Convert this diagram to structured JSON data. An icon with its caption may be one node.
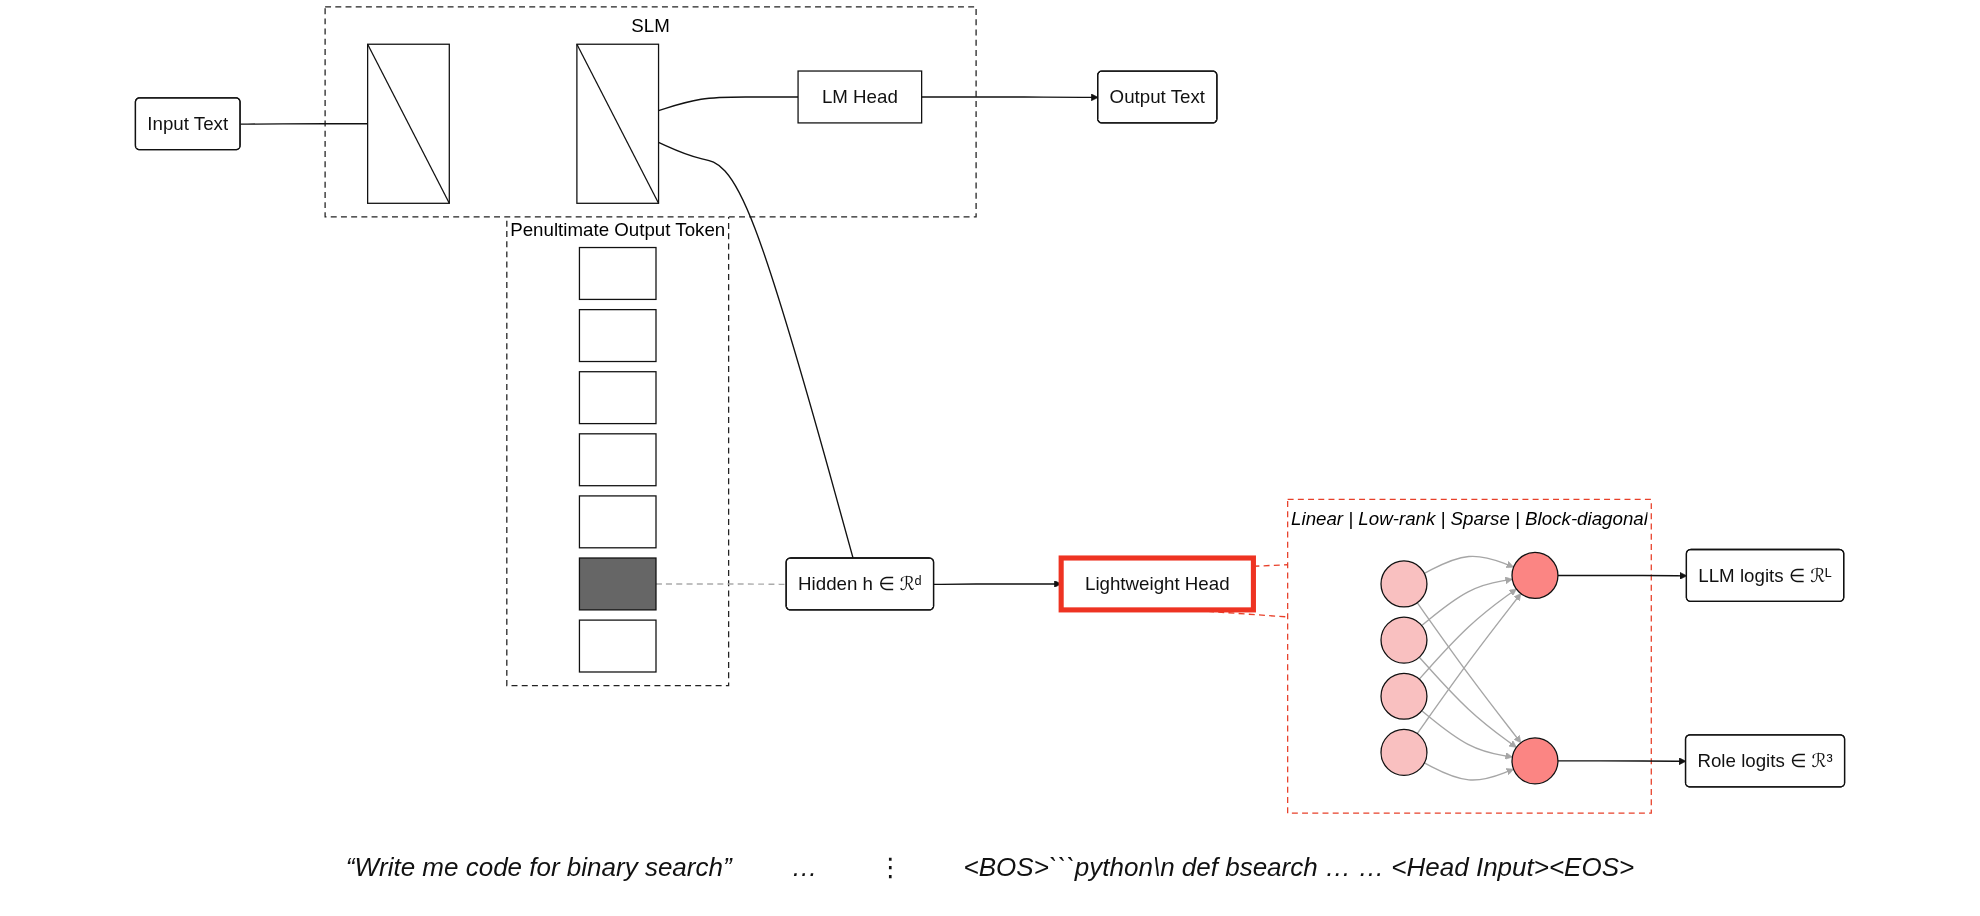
{
  "diagram": {
    "nodes": [
      {
        "text": [
          "SLM"
        ]
      },
      {
        "text": [
          "Input Text"
        ]
      },
      {
        "text": [],
        "shape": "box",
        "in": 0
      },
      {
        "text": [],
        "shape": "box",
        "in": 0
      },
      {
        "text": [
          "LM Head"
        ],
        "in": 0
      },
      {
        "text": [
          "Output Text"
        ]
      },
      {
        "text": [
          "Penultimate Output Token"
        ]
      },
      {
        "text": [],
        "shape": "box",
        "in": 6
      },
      {
        "text": [],
        "shape": "box",
        "in": 6
      },
      {
        "text": [],
        "shape": "box",
        "in": 6
      },
      {
        "text": [],
        "shape": "box",
        "in": 6
      },
      {
        "text": [],
        "shape": "box",
        "in": 6
      },
      {
        "text": [],
        "shape": "box",
        "in": 6
      },
      {
        "text": [],
        "shape": "box",
        "in": 6
      },
      {
        "text": [
          "Hidden h ∈ ℛᵈ"
        ]
      },
      {
        "text": [
          "Lightweight Head"
        ]
      },
      {
        "text": [
          "Linear | Low-rank | Sparse | Block-diagonal"
        ]
      },
      {
        "text": [],
        "shape": "circle",
        "in": 16
      },
      {
        "text": [],
        "shape": "circle",
        "in": 16
      },
      {
        "text": [],
        "shape": "circle",
        "in": 16
      },
      {
        "text": [],
        "shape": "circle",
        "in": 16
      },
      {
        "text": [],
        "shape": "circle",
        "in": 16
      },
      {
        "text": [],
        "shape": "circle",
        "in": 16
      },
      {
        "text": [
          "LLM logits ∈ ℛᴸ"
        ]
      },
      {
        "text": [
          "Role logits ∈ ℛ³"
        ]
      }
    ],
    "edges": [
      {
        "from": 1,
        "to": 2,
        "arrow": "none",
        "color": "#111111"
      },
      {
        "from": 3,
        "to": 4,
        "arrow": "none",
        "color": "#111111"
      },
      {
        "from": 4,
        "to": 5,
        "arrow": "to",
        "color": "#111111"
      },
      {
        "from": 3,
        "to": 14,
        "arrow": "none",
        "color": "#111111"
      },
      {
        "from": 12,
        "to": 14,
        "arrow": "none",
        "style": "dashed",
        "color": "#aaaaaa"
      },
      {
        "from": 14,
        "to": 15,
        "arrow": "to",
        "color": "#111111"
      },
      {
        "from": 15,
        "to": 16,
        "arrow": "none",
        "style": "dashed",
        "color": "#e8402a"
      },
      {
        "from": 15,
        "to": 16,
        "arrow": "none",
        "style": "dashed",
        "color": "#e8402a"
      },
      {
        "from": 17,
        "to": 21,
        "arrow": "to",
        "color": "#a6a6a6"
      },
      {
        "from": 17,
        "to": 22,
        "arrow": "to",
        "color": "#a6a6a6"
      },
      {
        "from": 18,
        "to": 21,
        "arrow": "to",
        "color": "#a6a6a6"
      },
      {
        "from": 18,
        "to": 22,
        "arrow": "to",
        "color": "#a6a6a6"
      },
      {
        "from": 19,
        "to": 21,
        "arrow": "to",
        "color": "#a6a6a6"
      },
      {
        "from": 19,
        "to": 22,
        "arrow": "to",
        "color": "#a6a6a6"
      },
      {
        "from": 20,
        "to": 21,
        "arrow": "to",
        "color": "#a6a6a6"
      },
      {
        "from": 20,
        "to": 22,
        "arrow": "to",
        "color": "#a6a6a6"
      },
      {
        "from": 21,
        "to": 23,
        "arrow": "to",
        "color": "#111111"
      },
      {
        "from": 22,
        "to": 24,
        "arrow": "to",
        "color": "#111111"
      }
    ],
    "labels": [
      "“Write me code for binary search”",
      "…",
      "⋮",
      "<BOS>```python\\n def bsearch … … <Head Input><EOS>"
    ]
  }
}
